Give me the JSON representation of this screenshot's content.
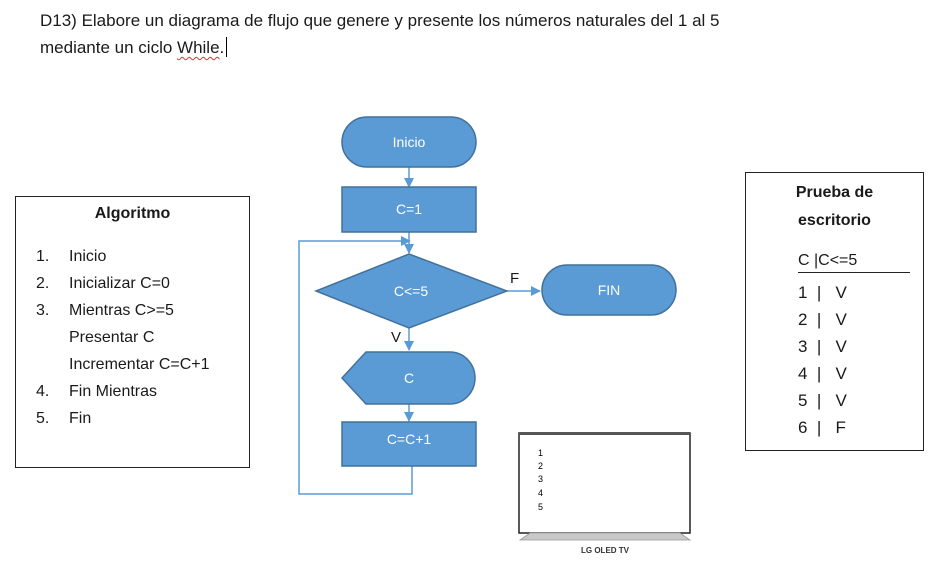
{
  "title": {
    "line1": "D13) Elabore un diagrama de flujo que genere y presente los números naturales del 1 al 5",
    "line2_pre": "mediante un ciclo ",
    "line2_word": "While",
    "line2_post": "."
  },
  "algoritmo": {
    "heading": "Algoritmo",
    "steps": [
      {
        "num": "1.",
        "text": "Inicio"
      },
      {
        "num": "2.",
        "text": "Inicializar C=0"
      },
      {
        "num": "3.",
        "text": "Mientras C>=5"
      },
      {
        "num": "",
        "text": "Presentar C"
      },
      {
        "num": "",
        "text": "Incrementar C=C+1"
      },
      {
        "num": "4.",
        "text": "Fin Mientras"
      },
      {
        "num": "5.",
        "text": "Fin"
      }
    ]
  },
  "flowchart": {
    "start": "Inicio",
    "init": "C=1",
    "condition": "C<=5",
    "true_label": "V",
    "false_label": "F",
    "end": "FIN",
    "display": "C",
    "increment": "C=C+1",
    "fill_color": "#5b9bd5",
    "stroke_color": "#41719c"
  },
  "prueba": {
    "heading_line1": "Prueba de",
    "heading_line2": "escritorio",
    "header": "C |C<=5",
    "rows": [
      "1  |   V",
      "2  |   V",
      "3  |   V",
      "4  |   V",
      "5  |   V",
      "6  |   F"
    ]
  },
  "tv": {
    "screen_lines": [
      "1",
      "2",
      "3",
      "4",
      "5"
    ],
    "brand": "LG OLED TV"
  }
}
